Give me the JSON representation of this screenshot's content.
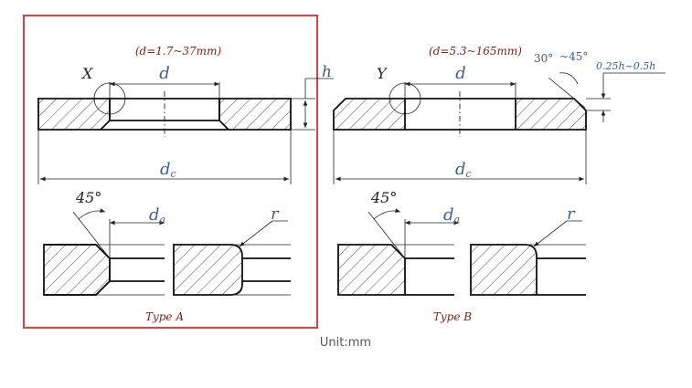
{
  "type_a": {
    "range_label": "(d=1.7~37mm)",
    "view_letter": "X",
    "d_label": "d",
    "h_label": "h",
    "dc_label": "d",
    "dc_sub": "c",
    "angle_label": "45°",
    "da_label": "d",
    "da_sub": "a",
    "r_label": "r",
    "caption": "Type A"
  },
  "type_b": {
    "range_label": "(d=5.3~165mm)",
    "view_letter": "Y",
    "d_label": "d",
    "dc_label": "d",
    "dc_sub": "c",
    "bevel_angle_a": "30°",
    "bevel_angle_b": "45°",
    "bevel_height": "0.25h~0.5h",
    "angle_label": "45°",
    "da_label": "d",
    "da_sub": "a",
    "r_label": "r",
    "caption": "Type B"
  },
  "unit_label": "Unit:mm",
  "colors": {
    "frame": "#c0504d",
    "dimension_blue": "#3a5f8f",
    "dimension_red": "#7a2418"
  }
}
